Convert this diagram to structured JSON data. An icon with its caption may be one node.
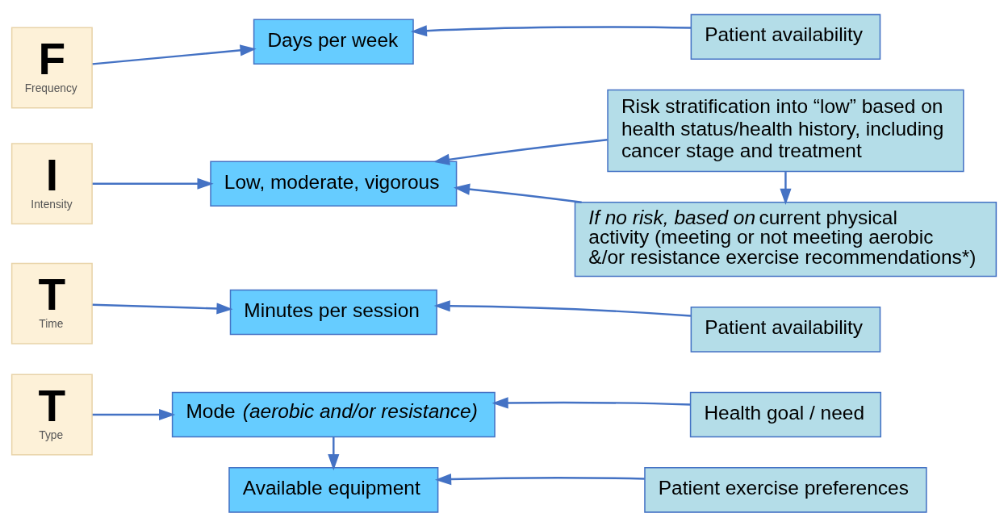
{
  "diagram": {
    "nodes": [
      {
        "text": [
          "F",
          "Frequency"
        ]
      },
      {
        "text": [
          "Days per week"
        ]
      },
      {
        "text": [
          "Patient availability"
        ]
      },
      {
        "text": [
          "I",
          "Intensity"
        ]
      },
      {
        "text": [
          "Low, moderate, vigorous"
        ]
      },
      {
        "text": [
          "Risk stratification into “low” based on health status/health history, including cancer stage and treatment"
        ]
      },
      {
        "text": [
          "*If no risk, based on* current physical activity (meeting or not meeting aerobic &/or resistance exercise recommendations*)"
        ]
      },
      {
        "text": [
          "T",
          "Time"
        ]
      },
      {
        "text": [
          "Minutes per session"
        ]
      },
      {
        "text": [
          "Patient availability"
        ]
      },
      {
        "text": [
          "T",
          "Type"
        ]
      },
      {
        "text": [
          "Mode *(aerobic and/or resistance)*"
        ]
      },
      {
        "text": [
          "Health goal / need"
        ]
      },
      {
        "text": [
          "Available equipment"
        ]
      },
      {
        "text": [
          "Patient exercise preferences"
        ]
      }
    ],
    "edges": [
      {
        "from": 0,
        "to": 1,
        "arrow": "to"
      },
      {
        "from": 2,
        "to": 1,
        "arrow": "to"
      },
      {
        "from": 3,
        "to": 4,
        "arrow": "to"
      },
      {
        "from": 5,
        "to": 4,
        "arrow": "to"
      },
      {
        "from": 6,
        "to": 4,
        "arrow": "to"
      },
      {
        "from": 5,
        "to": 6,
        "arrow": "to"
      },
      {
        "from": 7,
        "to": 8,
        "arrow": "to"
      },
      {
        "from": 9,
        "to": 8,
        "arrow": "to"
      },
      {
        "from": 10,
        "to": 11,
        "arrow": "to"
      },
      {
        "from": 12,
        "to": 11,
        "arrow": "to"
      },
      {
        "from": 11,
        "to": 13,
        "arrow": "to"
      },
      {
        "from": 14,
        "to": 13,
        "arrow": "to"
      }
    ]
  }
}
